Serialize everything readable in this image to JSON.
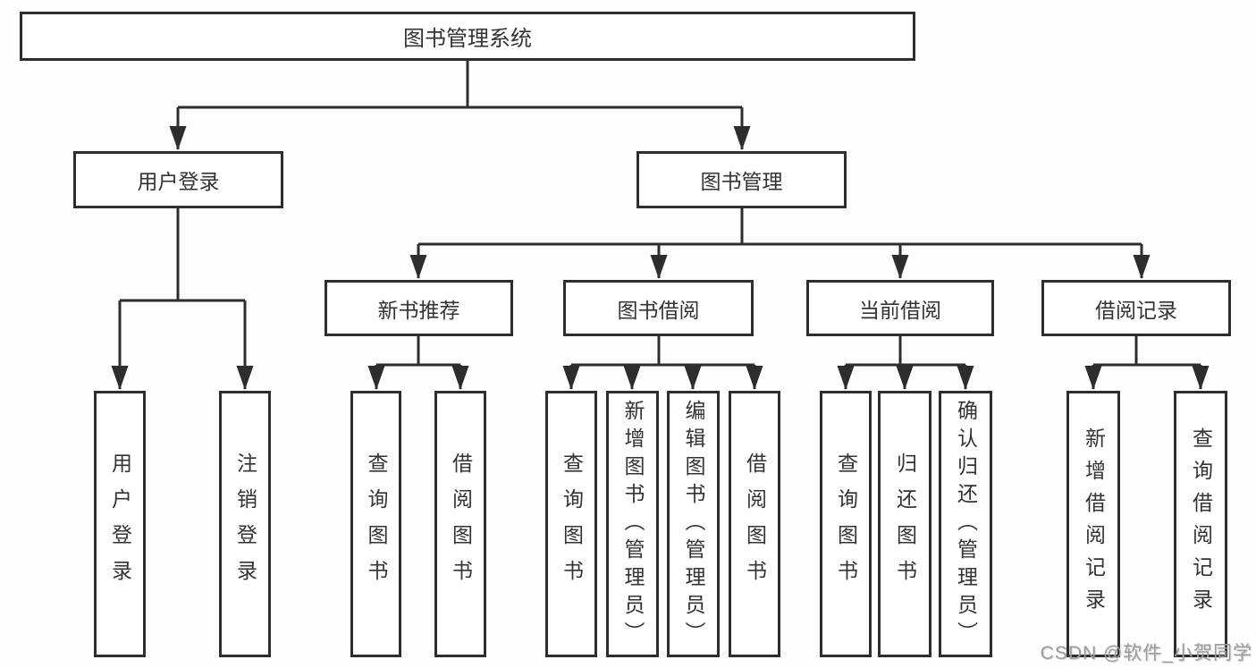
{
  "tree": {
    "root": {
      "label": "图书管理系统"
    },
    "branches": [
      {
        "label": "用户登录",
        "children": [
          {
            "label": "用户登录"
          },
          {
            "label": "注销登录"
          }
        ]
      },
      {
        "label": "图书管理",
        "children": [
          {
            "label": "新书推荐",
            "children": [
              {
                "label": "查询图书"
              },
              {
                "label": "借阅图书"
              }
            ]
          },
          {
            "label": "图书借阅",
            "children": [
              {
                "label": "查询图书"
              },
              {
                "label": "新增图书（管理员）"
              },
              {
                "label": "编辑图书（管理员）"
              },
              {
                "label": "借阅图书"
              }
            ]
          },
          {
            "label": "当前借阅",
            "children": [
              {
                "label": "查询图书"
              },
              {
                "label": "归还图书"
              },
              {
                "label": "确认归还（管理员）"
              }
            ]
          },
          {
            "label": "借阅记录",
            "children": [
              {
                "label": "新增借阅记录"
              },
              {
                "label": "查询借阅记录"
              }
            ]
          }
        ]
      }
    ]
  },
  "watermark": {
    "text": "CSDN @软件_小贺同学"
  },
  "colors": {
    "line": "#2d2d2d",
    "box_border": "#2d2d2d",
    "box_fill": "#ffffff",
    "text": "#333333",
    "watermark": "#9b9ba1",
    "background": "#fefefe"
  }
}
